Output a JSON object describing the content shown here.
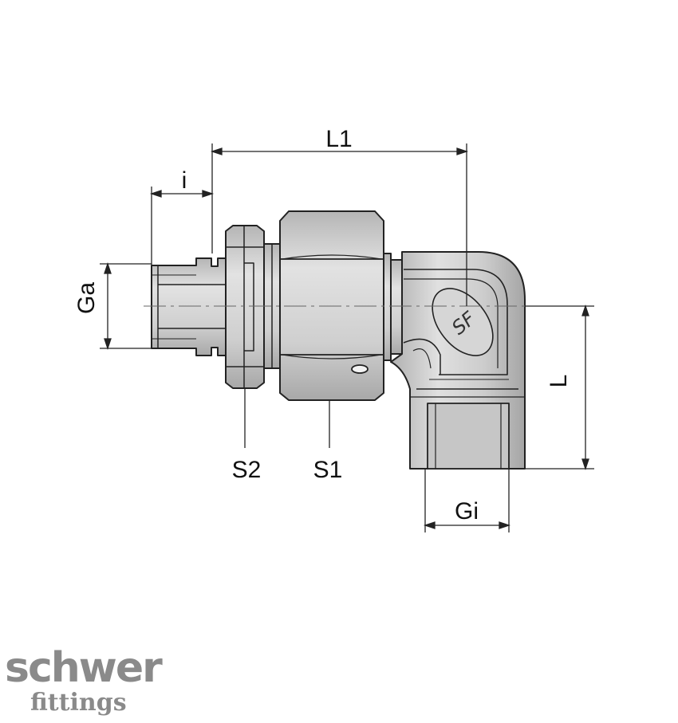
{
  "dimensions": {
    "L1": "L1",
    "i": "i",
    "Ga": "Ga",
    "L": "L",
    "Gi": "Gi",
    "S1": "S1",
    "S2": "S2"
  },
  "logo": {
    "brand": "schwer",
    "sub": "fittings",
    "mark": "SF"
  },
  "colors": {
    "metal": "#c9c9c9",
    "metal_light": "#dedede",
    "metal_dark": "#a9a9a9",
    "outline": "#222222",
    "text": "#111111",
    "logo_gray": "#8a8a8a"
  }
}
